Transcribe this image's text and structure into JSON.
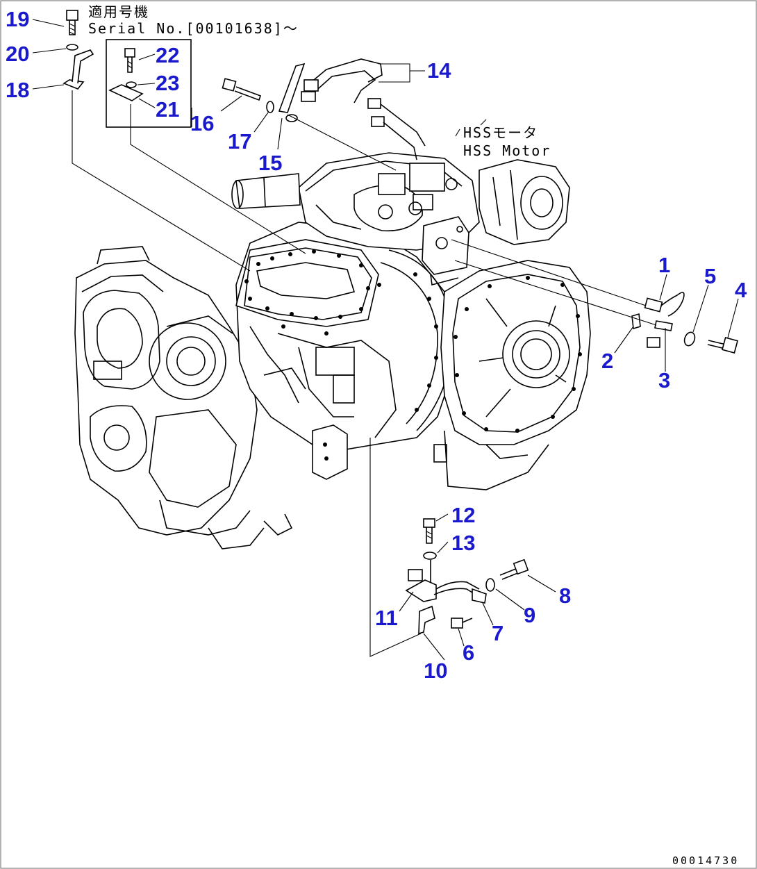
{
  "notes": {
    "applicable_jp": "適用号機",
    "serial": "Serial No.[00101638]～",
    "hss_jp": "HSSモータ",
    "hss_en": "HSS Motor"
  },
  "callouts": [
    "1",
    "2",
    "3",
    "4",
    "5",
    "6",
    "7",
    "8",
    "9",
    "10",
    "11",
    "12",
    "13",
    "14",
    "15",
    "16",
    "17",
    "18",
    "19",
    "20",
    "21",
    "22",
    "23"
  ],
  "drawing_code": "00014730"
}
